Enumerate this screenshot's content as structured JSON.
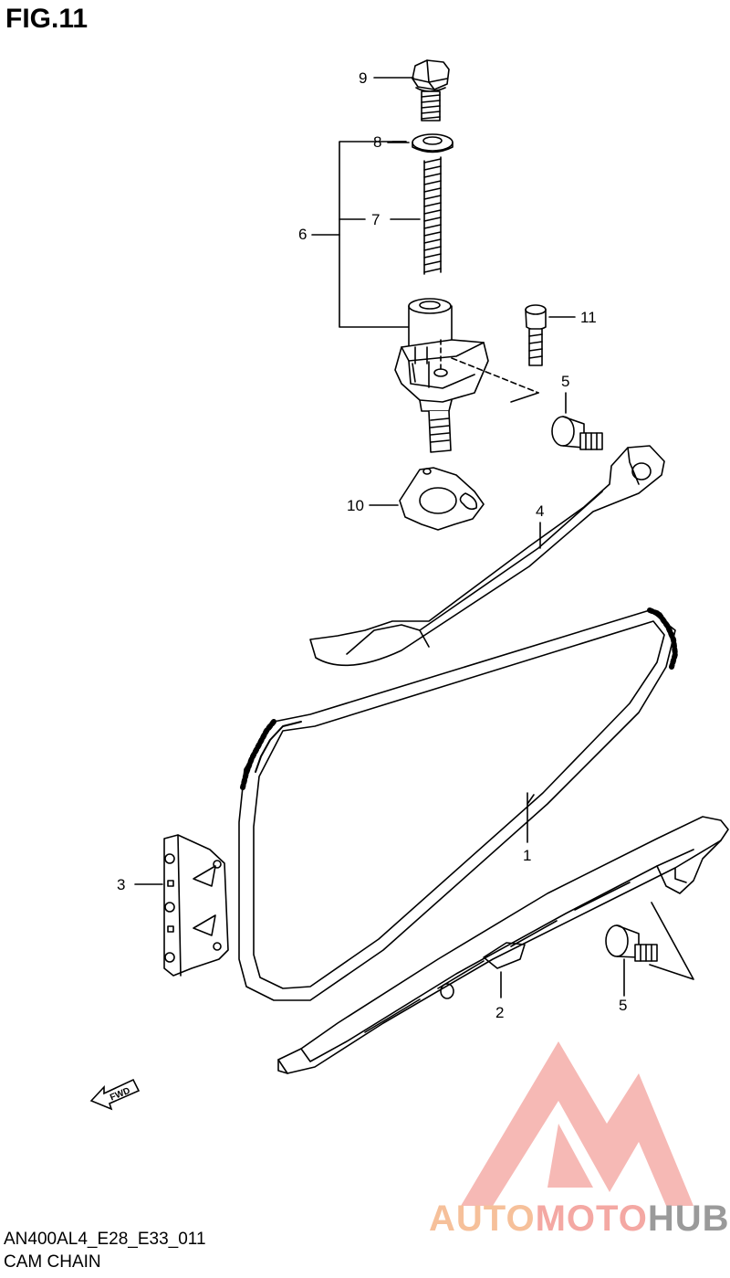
{
  "figure": {
    "title": "FIG.11",
    "code": "AN400AL4_E28_E33_011",
    "name": "CAM CHAIN"
  },
  "callouts": [
    "9",
    "8",
    "7",
    "6",
    "11",
    "5",
    "10",
    "4",
    "1",
    "3",
    "2",
    "5"
  ],
  "watermark": {
    "part1": "AUTO",
    "part2": "MOTO",
    "part3": "HUB",
    "color_auto": "#f6c09a",
    "color_moto": "#f4a8a3",
    "color_hub": "#9a9a9a"
  },
  "fwd_label": "FWD"
}
